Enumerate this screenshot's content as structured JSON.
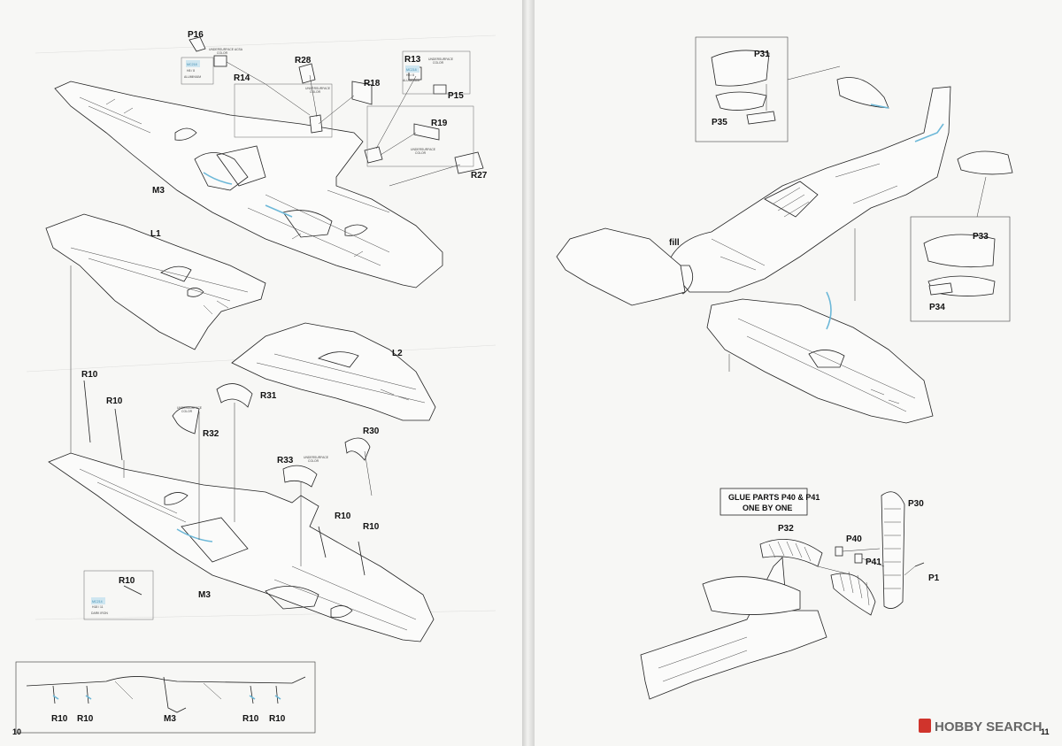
{
  "left_page": {
    "number": "10",
    "wing_top_center": {
      "part": "M3",
      "subparts": [
        "P16",
        "R14",
        "R28",
        "R18",
        "R13",
        "P15",
        "R19",
        "R27"
      ]
    },
    "wing_left_upper": {
      "part": "L1"
    },
    "wing_right_upper": {
      "part": "L2"
    },
    "wing_lower_assembly": {
      "part": "M3",
      "subparts": [
        "R10",
        "R10",
        "R31",
        "R32",
        "R30",
        "R33",
        "R10",
        "R10"
      ]
    },
    "paint_chips": [
      {
        "code": "MC218",
        "line2": "H8 / 8",
        "name": "ALUMINIUM"
      },
      {
        "code": "MC218",
        "line2": "H8 / 8",
        "name": "ALUMINIUM"
      },
      {
        "code": "MC214",
        "line2": "H18 / 11",
        "name": "DARK IRON"
      }
    ],
    "notes": {
      "uc1": [
        "UNDERSURFACE ACSA",
        "COLOR"
      ],
      "uc2": [
        "UNDERSURFACE",
        "COLOR"
      ],
      "uc3": [
        "UNDERSURFACE",
        "COLOR"
      ],
      "uc4": [
        "UNDERSURFACE",
        "COLOR"
      ],
      "uc5": [
        "UNDERSURFACE",
        "COLOR"
      ],
      "uc6": [
        "UNDERSURFACE",
        "COLOR"
      ]
    },
    "callout_bottom": {
      "labels": [
        "R10",
        "R10",
        "M3",
        "R10",
        "R10"
      ]
    },
    "labels": {
      "p16": "P16",
      "r14": "R14",
      "r28": "R28",
      "r18": "R18",
      "r13": "R13",
      "p15": "P15",
      "r19": "R19",
      "r27": "R27",
      "m3a": "M3",
      "l1": "L1",
      "l2": "L2",
      "r10a": "R10",
      "r10b": "R10",
      "r31": "R31",
      "r32": "R32",
      "r30": "R30",
      "r33": "R33",
      "r10c": "R10",
      "r10d": "R10",
      "r10e": "R10",
      "m3b": "M3"
    }
  },
  "right_page": {
    "number": "11",
    "callout_top": {
      "labels": [
        "P31",
        "P35"
      ]
    },
    "callout_right": {
      "labels": [
        "P33",
        "P34"
      ]
    },
    "fuselage": {
      "label": "fill"
    },
    "tail_note": {
      "line1": "GLUE PARTS P40 & P41",
      "line2": "ONE BY ONE"
    },
    "tail_labels": {
      "p30": "P30",
      "p32": "P32",
      "p40": "P40",
      "p41": "P41",
      "p1": "P1"
    }
  },
  "watermark": {
    "text": "HOBBY SEARCH",
    "accent": "#d0342c"
  }
}
